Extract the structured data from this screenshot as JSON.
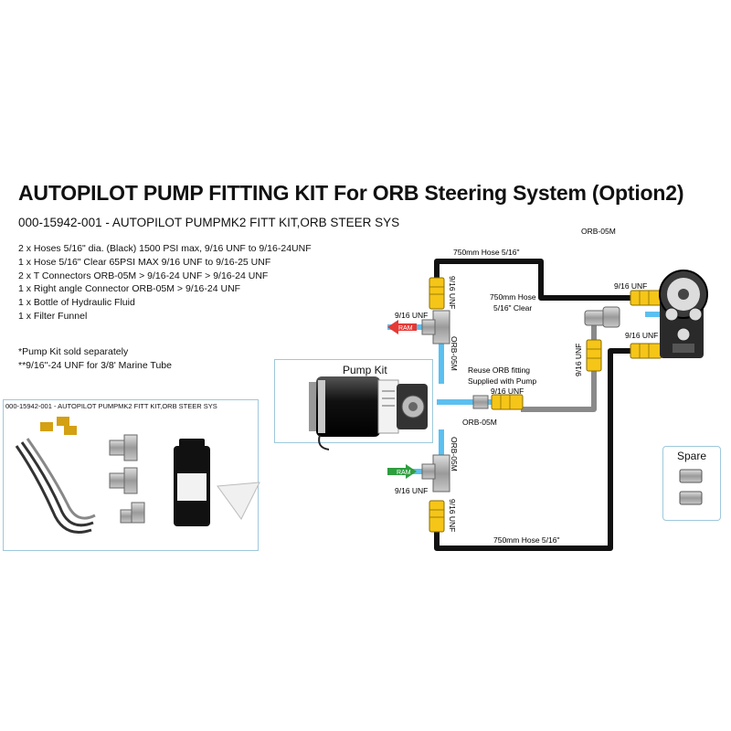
{
  "title": "AUTOPILOT PUMP FITTING KIT For ORB Steering System (Option2)",
  "subtitle": "000-15942-001 - AUTOPILOT PUMPMK2 FITT KIT,ORB STEER SYS",
  "contents": [
    "2 x Hoses 5/16\" dia. (Black) 1500 PSI max, 9/16 UNF to 9/16-24UNF",
    "1 x Hose 5/16\" Clear 65PSI MAX 9/16 UNF to 9/16-25 UNF",
    "2 x T Connectors ORB-05M > 9/16-24 UNF > 9/16-24 UNF",
    "1 x Right angle Connector ORB-05M > 9/16-24 UNF",
    "1 x Bottle of Hydraulic Fluid",
    "1 x Filter Funnel"
  ],
  "notes": [
    "*Pump Kit sold separately",
    "**9/16\"-24 UNF for 3/8' Marine Tube"
  ],
  "kit_photo_title": "000-15942-001 - AUTOPILOT PUMPMK2 FITT KIT,ORB STEER SYS",
  "pump_kit_label": "Pump Kit",
  "spare_label": "Spare",
  "labels": {
    "orb05m_top": "ORB-05M",
    "hose_top": "750mm Hose 5/16\"",
    "hose_clear_line1": "750mm Hose",
    "hose_clear_line2": "5/16\" Clear",
    "unf_vertical_top": "9/16 UNF",
    "unf_left_top": "9/16 UNF",
    "unf_right_top": "9/16 UNF",
    "unf_right_mid": "9/16 UNF",
    "unf_vertical_right": "9/16 UNF",
    "orb05m_upper": "ORB-05M",
    "reuse_line1": "Reuse ORB  fitting",
    "reuse_line2": "Supplied with Pump",
    "unf_middle": "9/16 UNF",
    "orb05m_middle": "ORB-05M",
    "orb05m_lower": "ORB-05M",
    "unf_left_bottom": "9/16 UNF",
    "unf_vertical_bottom": "9/16 UNF",
    "hose_bottom": "750mm Hose 5/16\"",
    "ram_top": "RAM",
    "ram_bottom": "RAM"
  },
  "colors": {
    "hose_black": "#111111",
    "hose_clear": "#8a8a8a",
    "fitting_yellow": "#f5c518",
    "flow_blue": "#5bc0f0",
    "ram_red": "#e53935",
    "ram_green": "#2e9e3e",
    "box_border": "#9ec8dc"
  }
}
